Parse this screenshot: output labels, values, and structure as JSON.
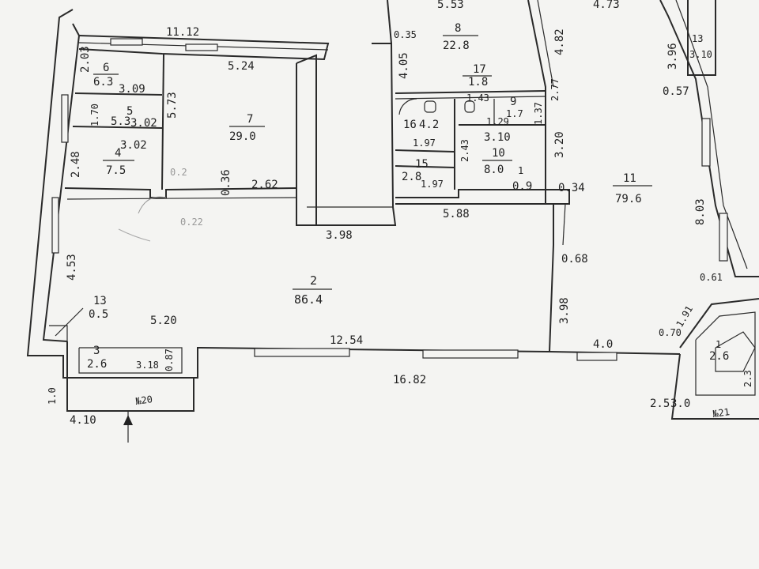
{
  "rooms": [
    {
      "id": "2",
      "area": "86.4"
    },
    {
      "id": "3",
      "area": "2.6"
    },
    {
      "id": "4",
      "area": "7.5"
    },
    {
      "id": "5",
      "area": "5.3"
    },
    {
      "id": "6",
      "area": "6.3"
    },
    {
      "id": "7",
      "area": "29.0"
    },
    {
      "id": "8",
      "area": "22.8"
    },
    {
      "id": "9",
      "area": "1.7"
    },
    {
      "id": "10",
      "area": "8.0"
    },
    {
      "id": "11",
      "area": "79.6"
    },
    {
      "id": "13",
      "area": "0.5"
    },
    {
      "id": "13",
      "area": "3.10"
    },
    {
      "id": "15",
      "area": "2.8"
    },
    {
      "id": "16",
      "area": "4.2"
    },
    {
      "id": "17",
      "area": "1.8"
    },
    {
      "id": "1",
      "area": "2.6"
    },
    {
      "id": "1",
      "area": "0.9"
    }
  ],
  "dimensions": [
    "11.12",
    "5.24",
    "2.03",
    "3.09",
    "1.70",
    "3.02",
    "3.02",
    "5.73",
    "2.48",
    "0.36",
    "2.62",
    "0.35",
    "4.05",
    "5.53",
    "4.73",
    "4.82",
    "3.96",
    "0.57",
    "1.43",
    "1.97",
    "2.43",
    "1.97",
    "2.77",
    "1.37",
    "1.29",
    "3.10",
    "3.20",
    "0.34",
    "5.88",
    "3.98",
    "0.68",
    "4.53",
    "5.20",
    "12.54",
    "4.0",
    "16.82",
    "3.98",
    "3.18",
    "0.87",
    "1.0",
    "4.10",
    "8.03",
    "0.61",
    "0.70",
    "1.91",
    "2.5",
    "3.0",
    "2.3"
  ],
  "sheet_marks": [
    "№20",
    "№21"
  ],
  "pencil_notes": [
    "0.2",
    "0.22"
  ]
}
